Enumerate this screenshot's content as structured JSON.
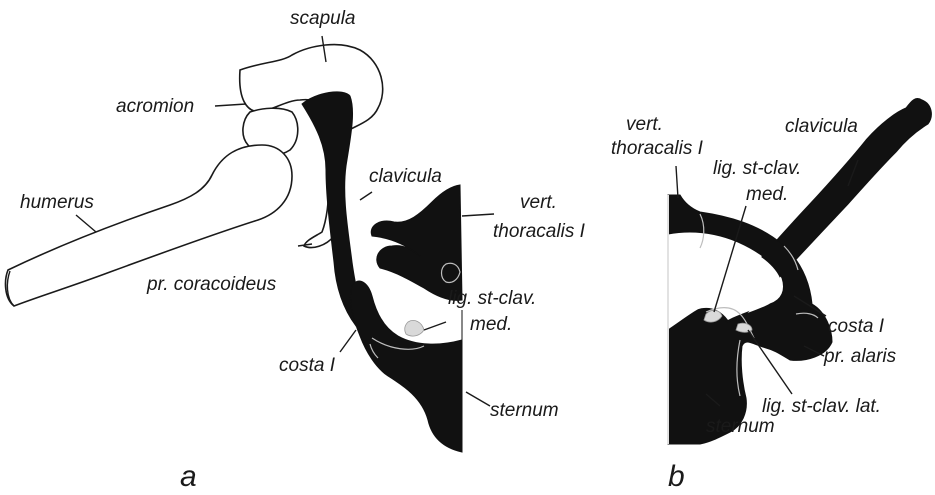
{
  "panel_a": {
    "panel_label": "a",
    "labels": {
      "scapula": "scapula",
      "acromion": "acromion",
      "humerus": "humerus",
      "clavicula": "clavicula",
      "vert_thoracalis_1": "vert.",
      "vert_thoracalis_2": "thoracalis I",
      "pr_coracoideus": "pr. coracoideus",
      "lig_st_clav_med_1": "lig. st-clav.",
      "lig_st_clav_med_2": "med.",
      "costa": "costa I",
      "sternum": "sternum"
    }
  },
  "panel_b": {
    "panel_label": "b",
    "labels": {
      "vert_thoracalis_1": "vert.",
      "vert_thoracalis_2": "thoracalis I",
      "clavicula": "clavicula",
      "lig_st_clav_med_1": "lig. st-clav.",
      "lig_st_clav_med_2": "med.",
      "costa": "costa I",
      "pr_alaris": "pr. alaris",
      "lig_st_clav_lat": "lig. st-clav. lat.",
      "sternum": "sternum"
    }
  }
}
